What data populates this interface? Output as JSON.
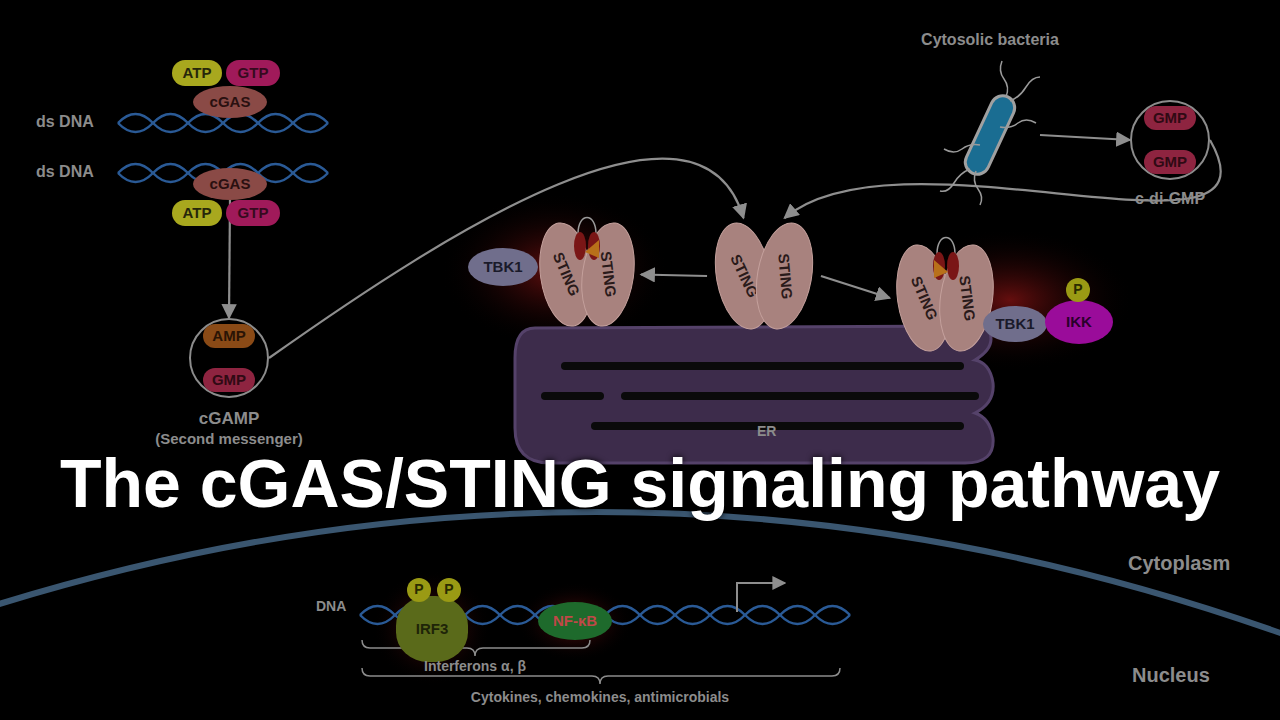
{
  "diagram": {
    "title": "The cGAS/STING signaling pathway",
    "nodes": [
      {
        "text": [
          "ATP"
        ]
      },
      {
        "text": [
          "GTP"
        ]
      },
      {
        "text": [
          "cGAS"
        ]
      },
      {
        "text": [
          "cGAS"
        ]
      },
      {
        "text": [
          "ATP"
        ]
      },
      {
        "text": [
          "GTP"
        ]
      },
      {
        "text": [
          "cGAMP",
          "(Second messenger)"
        ]
      },
      {
        "text": [
          "AMP"
        ],
        "in": 6
      },
      {
        "text": [
          "GMP"
        ],
        "in": 6
      },
      {
        "text": [
          "Cytosolic bacteria"
        ]
      },
      {
        "text": [
          "c-di-GMP"
        ]
      },
      {
        "text": [
          "GMP"
        ],
        "in": 10
      },
      {
        "text": [
          "GMP"
        ],
        "in": 10
      },
      {
        "text": [
          "TBK1"
        ]
      },
      {
        "text": [
          "STING"
        ]
      },
      {
        "text": [
          "STING"
        ]
      },
      {
        "text": [
          "STING"
        ]
      },
      {
        "text": [
          "STING"
        ]
      },
      {
        "text": [
          "STING"
        ]
      },
      {
        "text": [
          "STING"
        ]
      },
      {
        "text": [
          "TBK1"
        ]
      },
      {
        "text": [
          "IKK"
        ]
      },
      {
        "text": [
          "P"
        ]
      },
      {
        "text": [
          "ER"
        ]
      },
      {
        "text": [
          "IRF3"
        ]
      },
      {
        "text": [
          "P"
        ]
      },
      {
        "text": [
          "P"
        ]
      },
      {
        "text": [
          "NF-κB"
        ]
      }
    ],
    "edges": [
      {
        "from": 3,
        "to": 6,
        "arrow": "to"
      },
      {
        "from": 6,
        "to": 16,
        "arrow": "to"
      },
      {
        "from": 16,
        "to": 15,
        "arrow": "to"
      },
      {
        "from": 17,
        "to": 18,
        "arrow": "to"
      },
      {
        "from": 9,
        "to": 10,
        "arrow": "to"
      },
      {
        "from": 10,
        "to": 17,
        "arrow": "to"
      }
    ],
    "labels": [
      "ds DNA",
      "ds DNA",
      "DNA",
      "Interferons α, β",
      "Cytokines, chemokines, antimicrobials",
      "Cytoplasm",
      "Nucleus"
    ]
  }
}
